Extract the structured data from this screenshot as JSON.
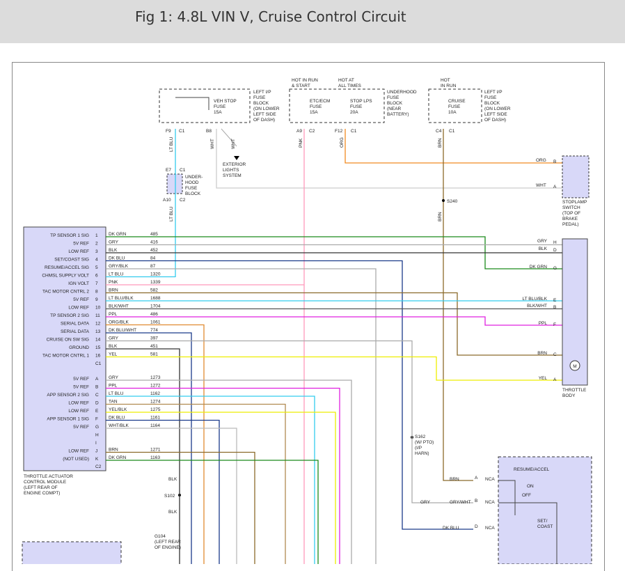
{
  "header": {
    "title": "Fig 1: 4.8L VIN V, Cruise Control Circuit"
  },
  "fuse_blocks": [
    {
      "id": "left-ip-1",
      "label": [
        "LEFT I/P",
        "FUSE",
        "BLOCK",
        "(ON LOWER",
        "LEFT SIDE",
        "OF DASH)"
      ],
      "fuses": [
        {
          "name": [
            "VEH STOP",
            "FUSE",
            "15A"
          ]
        }
      ],
      "pins": [
        {
          "pin": "F9",
          "conn": "C1"
        },
        {
          "pin": "B8",
          "conn": ""
        }
      ]
    },
    {
      "id": "underhood",
      "label": [
        "UNDERHOOD",
        "FUSE",
        "BLOCK",
        "(NEAR",
        "BATTERY)"
      ],
      "supply": [
        "HOT IN RUN",
        "& START",
        "HOT AT",
        "ALL TIMES"
      ],
      "fuses": [
        {
          "name": [
            "ETC/ECM",
            "FUSE",
            "15A"
          ]
        },
        {
          "name": [
            "STOP LPS",
            "FUSE",
            "20A"
          ]
        }
      ],
      "pins": [
        {
          "pin": "A9",
          "conn": "C2"
        },
        {
          "pin": "F12",
          "conn": "C1"
        }
      ]
    },
    {
      "id": "left-ip-2",
      "label": [
        "LEFT I/P",
        "FUSE",
        "BLOCK",
        "(ON LOWER",
        "LEFT SIDE",
        "OF DASH)"
      ],
      "supply": [
        "HOT",
        "IN RUN"
      ],
      "fuses": [
        {
          "name": [
            "CRUISE",
            "FUSE",
            "10A"
          ]
        }
      ],
      "pins": [
        {
          "pin": "C4",
          "conn": "C1"
        }
      ]
    }
  ],
  "underhood_fuse_block_2": {
    "label": [
      "UNDER-",
      "HOOD",
      "FUSE",
      "BLOCK"
    ],
    "pins": [
      "E7",
      "C1",
      "A10",
      "C2"
    ]
  },
  "exterior_lights": [
    "EXTERIOR",
    "LIGHTS",
    "SYSTEM"
  ],
  "vertical_wire_labels": [
    "LT BLU",
    "WHT",
    "WHT",
    "PNK",
    "ORG",
    "BRN",
    "LT BLU",
    "BRN"
  ],
  "splices": [
    {
      "id": "S240",
      "label": [
        "S240"
      ]
    },
    {
      "id": "S162",
      "label": [
        "S162",
        "(W/ PTO)",
        "(I/P",
        "HARN)"
      ]
    },
    {
      "id": "S102",
      "label": [
        "S102"
      ]
    },
    {
      "id": "G104",
      "label": [
        "G104",
        "(LEFT REAR",
        "OF ENGINE)"
      ]
    }
  ],
  "tac_module": {
    "label": [
      "THROTTLE ACTUATOR",
      "CONTROL MODULE",
      "(LEFT REAR OF",
      "ENGINE COMPT)"
    ],
    "pins_c1": [
      {
        "name": "TP SENSOR 1 SIG",
        "pin": "1",
        "color": "DK GRN",
        "circuit": "485",
        "hex": "#1a8a1a"
      },
      {
        "name": "5V REF",
        "pin": "2",
        "color": "GRY",
        "circuit": "416",
        "hex": "#aaaaaa"
      },
      {
        "name": "LOW REF",
        "pin": "3",
        "color": "BLK",
        "circuit": "452",
        "hex": "#333333"
      },
      {
        "name": "SET/COAST SIG",
        "pin": "4",
        "color": "DK BLU",
        "circuit": "84",
        "hex": "#1a3a8a"
      },
      {
        "name": "RESUME/ACCEL SIG",
        "pin": "5",
        "color": "GRY/BLK",
        "circuit": "87",
        "hex": "#aaaaaa"
      },
      {
        "name": "CHMSL SUPPLY VOLT",
        "pin": "6",
        "color": "LT BLU",
        "circuit": "1320",
        "hex": "#33ccee"
      },
      {
        "name": "IGN VOLT",
        "pin": "7",
        "color": "PNK",
        "circuit": "1339",
        "hex": "#ff99bb"
      },
      {
        "name": "TAC MOTOR CNTRL 2",
        "pin": "8",
        "color": "BRN",
        "circuit": "582",
        "hex": "#8b6a2a"
      },
      {
        "name": "5V REF",
        "pin": "9",
        "color": "LT BLU/BLK",
        "circuit": "1688",
        "hex": "#33ccee"
      },
      {
        "name": "LOW REF",
        "pin": "10",
        "color": "BLK/WHT",
        "circuit": "1704",
        "hex": "#555555"
      },
      {
        "name": "TP SENSOR 2 SIG",
        "pin": "11",
        "color": "PPL",
        "circuit": "486",
        "hex": "#e020e0"
      },
      {
        "name": "SERIAL DATA",
        "pin": "12",
        "color": "ORG/BLK",
        "circuit": "1061",
        "hex": "#e08a30"
      },
      {
        "name": "SERIAL DATA",
        "pin": "13",
        "color": "DK BLU/WHT",
        "circuit": "774",
        "hex": "#1a3a8a"
      },
      {
        "name": "CRUISE ON SW SIG",
        "pin": "14",
        "color": "GRY",
        "circuit": "397",
        "hex": "#aaaaaa"
      },
      {
        "name": "GROUND",
        "pin": "15",
        "color": "BLK",
        "circuit": "451",
        "hex": "#333333"
      },
      {
        "name": "TAC MOTOR CNTRL 1",
        "pin": "16",
        "color": "YEL",
        "circuit": "581",
        "hex": "#eeee00"
      }
    ],
    "pins_c2": [
      {
        "name": "5V REF",
        "pin": "A",
        "color": "GRY",
        "circuit": "1273",
        "hex": "#aaaaaa"
      },
      {
        "name": "5V REF",
        "pin": "B",
        "color": "PPL",
        "circuit": "1272",
        "hex": "#e020e0"
      },
      {
        "name": "APP SENSOR 2 SIG",
        "pin": "C",
        "color": "LT BLU",
        "circuit": "1162",
        "hex": "#33ccee"
      },
      {
        "name": "LOW REF",
        "pin": "D",
        "color": "TAN",
        "circuit": "1274",
        "hex": "#b08a50"
      },
      {
        "name": "LOW REF",
        "pin": "E",
        "color": "YEL/BLK",
        "circuit": "1275",
        "hex": "#eeee00"
      },
      {
        "name": "APP SENSOR 1 SIG",
        "pin": "F",
        "color": "DK BLU",
        "circuit": "1161",
        "hex": "#1a3a8a"
      },
      {
        "name": "5V REF",
        "pin": "G",
        "color": "WHT/BLK",
        "circuit": "1164",
        "hex": "#bbbbbb"
      },
      {
        "name": "",
        "pin": "H",
        "color": "",
        "circuit": "",
        "hex": ""
      },
      {
        "name": "",
        "pin": "I",
        "color": "",
        "circuit": "",
        "hex": ""
      },
      {
        "name": "LOW REF",
        "pin": "J",
        "color": "BRN",
        "circuit": "1271",
        "hex": "#8b6a2a"
      },
      {
        "name": "(NOT USED)",
        "pin": "K",
        "color": "DK GRN",
        "circuit": "1163",
        "hex": "#1a8a1a"
      }
    ],
    "conn_labels": [
      "C1",
      "C2"
    ]
  },
  "stoplamp_switch": {
    "label": [
      "STOPLAMP",
      "SWITCH",
      "(TOP OF",
      "BRAKE",
      "PEDAL)"
    ],
    "pins": [
      {
        "color": "ORG",
        "pin": "B"
      },
      {
        "color": "WHT",
        "pin": "A"
      }
    ]
  },
  "throttle_body": {
    "label": [
      "THROTTLE",
      "BODY"
    ],
    "pins": [
      {
        "color": "GRY",
        "pin": "H"
      },
      {
        "color": "BLK",
        "pin": "D"
      },
      {
        "color": "DK GRN",
        "pin": "G"
      },
      {
        "color": "LT BLU/BLK",
        "pin": "E"
      },
      {
        "color": "BLK/WHT",
        "pin": "B"
      },
      {
        "color": "PPL",
        "pin": "F"
      },
      {
        "color": "BRN",
        "pin": "C"
      },
      {
        "color": "YEL",
        "pin": "A"
      }
    ],
    "motor_label": "M"
  },
  "cruise_switch": {
    "labels": [
      "RESUME/ACCEL",
      "ON",
      "OFF",
      "SET/",
      "COAST"
    ],
    "pins": [
      {
        "color": "BRN",
        "pin": "A",
        "conn": "NCA"
      },
      {
        "color": "GRY",
        "color2": "GRY/WHT",
        "pin": "B",
        "conn": "NCA"
      },
      {
        "color": "DK BLU",
        "pin": "D",
        "conn": "NCA"
      }
    ]
  },
  "ground_wire_labels": [
    "BLK",
    "BLK",
    "BLK"
  ]
}
